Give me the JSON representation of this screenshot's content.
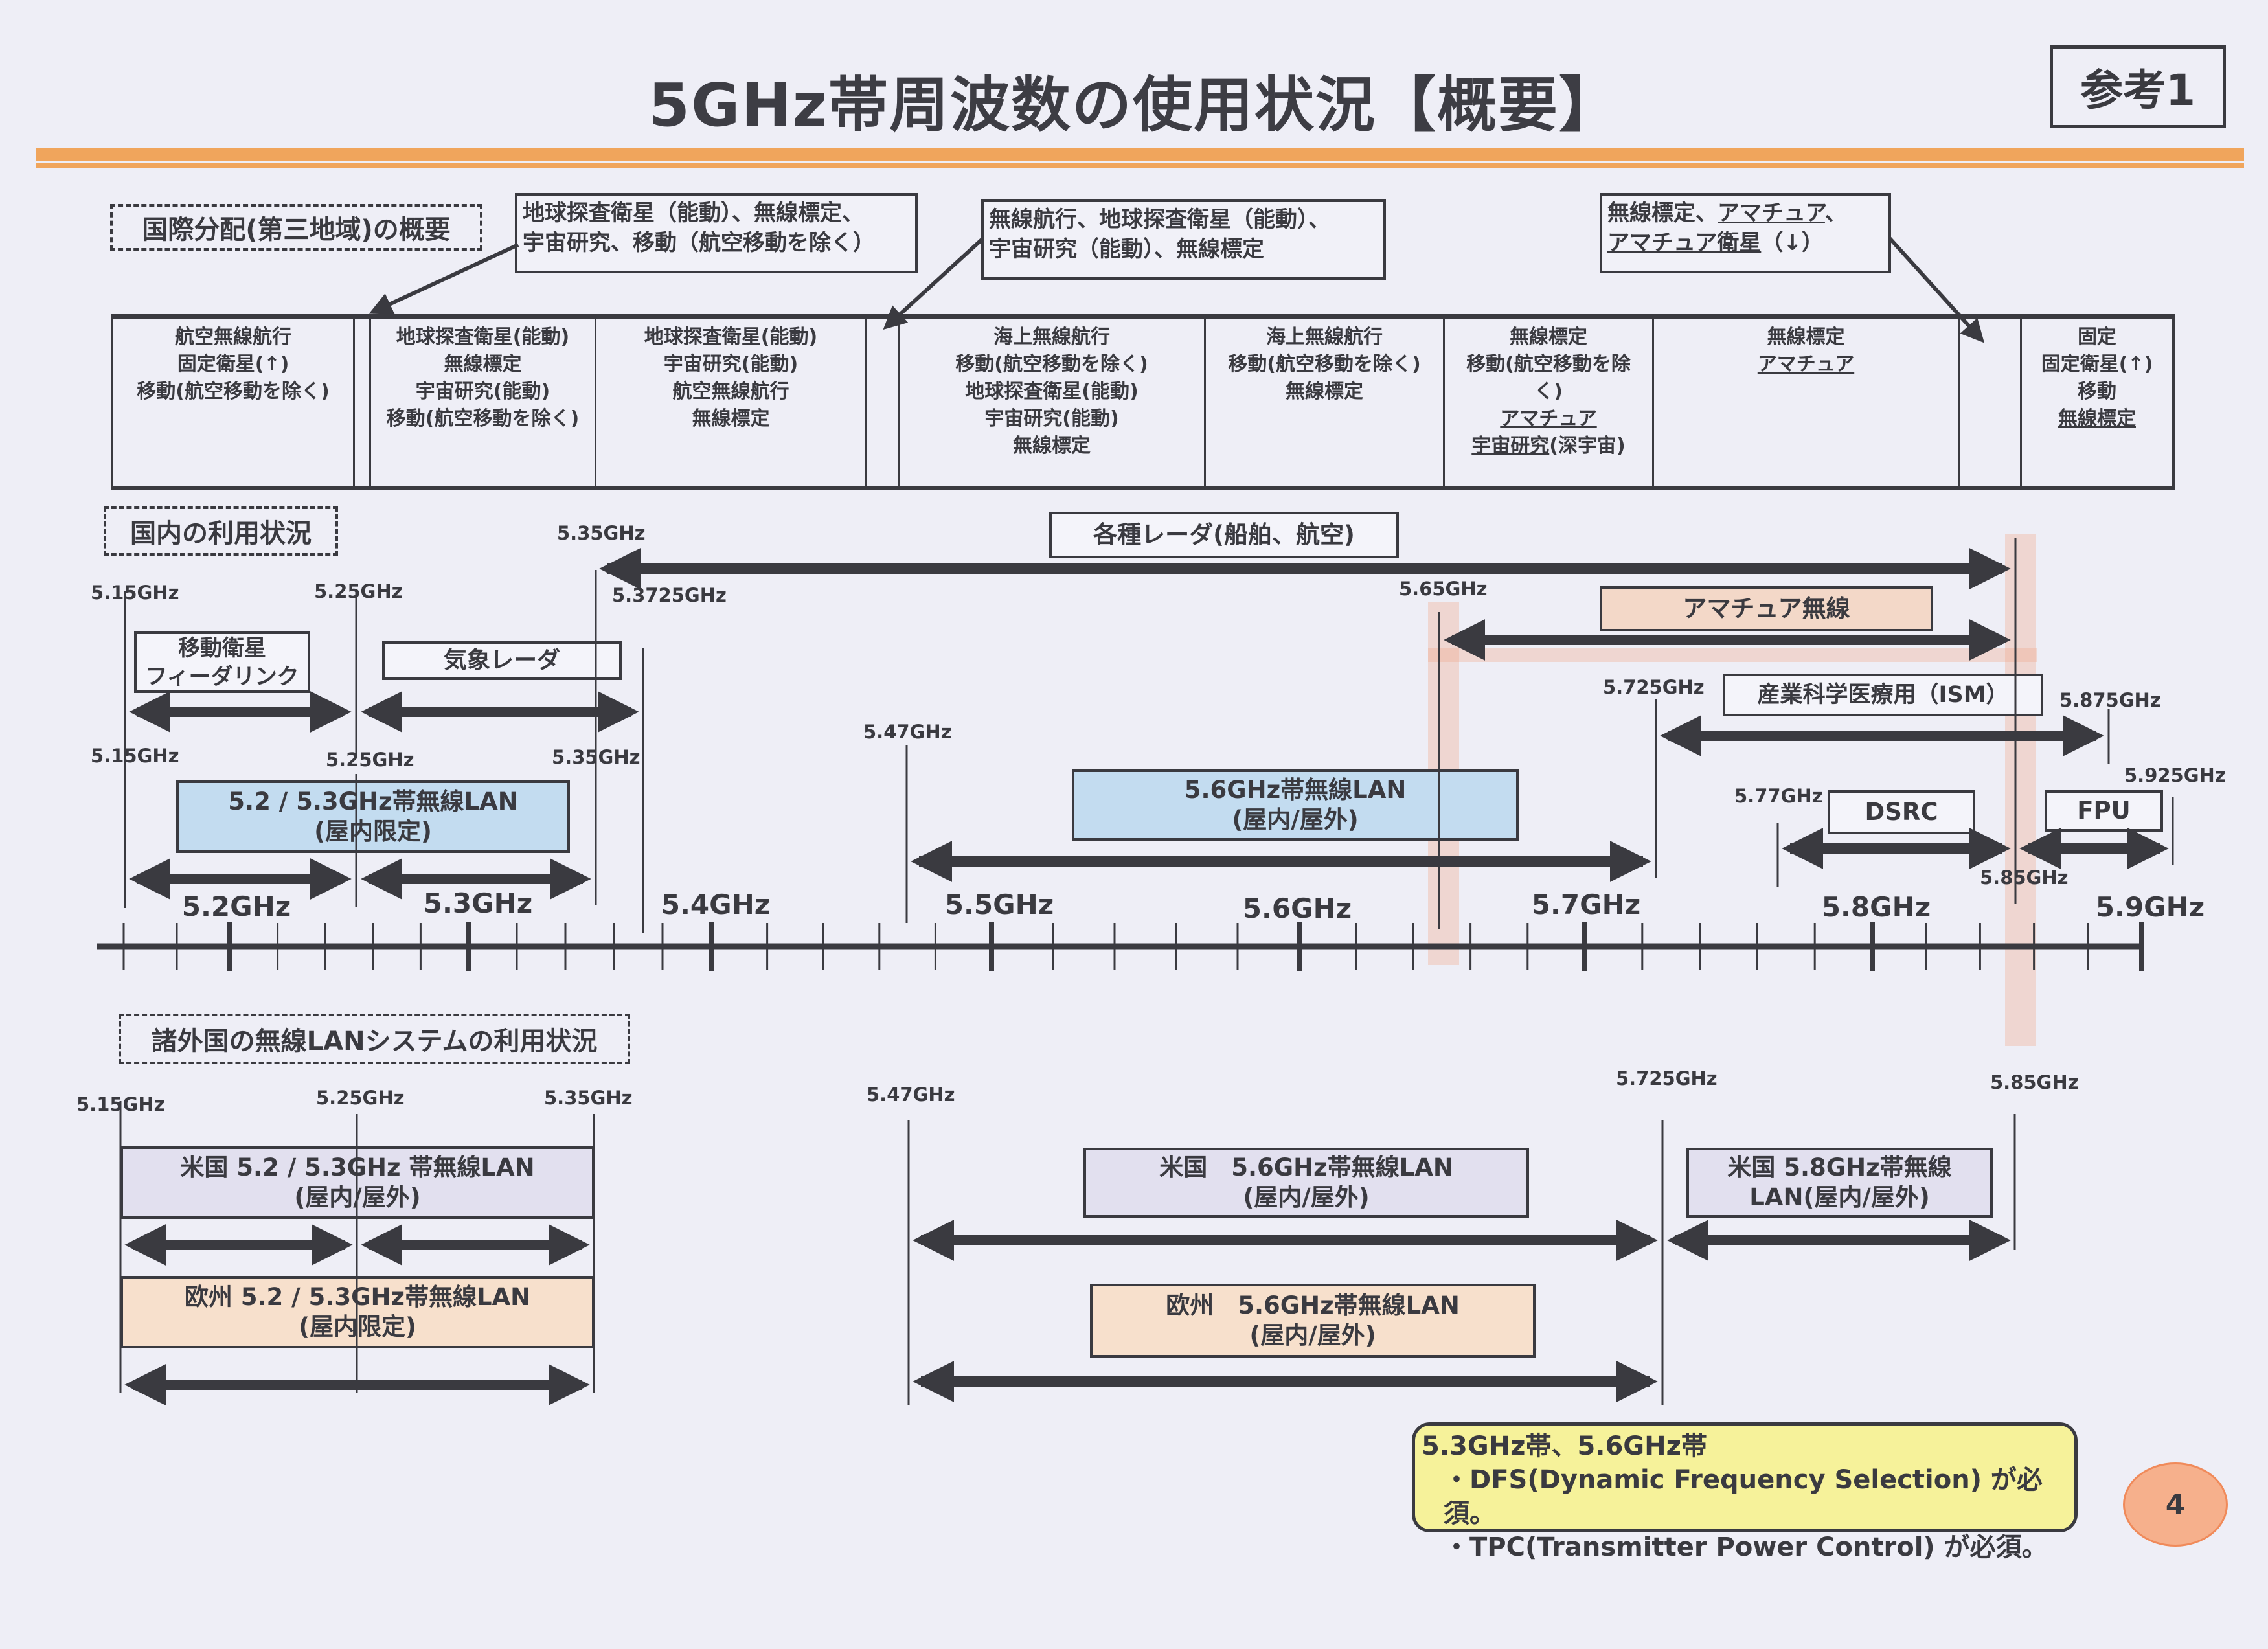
{
  "header": {
    "title": "5GHz帯周波数の使用状況【概要】",
    "reference_badge": "参考1"
  },
  "international": {
    "section_label": "国際分配(第三地域)の概要",
    "callouts": [
      {
        "lines": [
          "地球探査衛星（能動）、無線標定、",
          "宇宙研究、移動（航空移動を除く）"
        ]
      },
      {
        "lines": [
          "無線航行、地球探査衛星（能動）、",
          "宇宙研究（能動）、無線標定"
        ]
      },
      {
        "lines": [
          {
            "text": "無線標定、",
            "u": false
          },
          {
            "text": "アマチュア",
            "u": true
          },
          {
            "text": "、",
            "u": false
          }
        ],
        "line2": [
          {
            "text": "アマチュア衛星",
            "u": true
          },
          {
            "text": "（↓）",
            "u": false
          }
        ]
      }
    ],
    "columns": [
      {
        "lines": [
          "航空無線航行",
          "固定衛星(↑)",
          "移動(航空移動を除く)"
        ]
      },
      {
        "lines": []
      },
      {
        "lines": [
          "地球探査衛星(能動)",
          "無線標定",
          "宇宙研究(能動)",
          "移動(航空移動を除く)"
        ]
      },
      {
        "lines": [
          "地球探査衛星(能動)",
          "宇宙研究(能動)",
          "航空無線航行",
          "無線標定"
        ]
      },
      {
        "lines": []
      },
      {
        "lines": [
          "海上無線航行",
          "移動(航空移動を除く)",
          "地球探査衛星(能動)",
          "宇宙研究(能動)",
          "無線標定"
        ]
      },
      {
        "lines": [
          "海上無線航行",
          "移動(航空移動を除く)",
          "無線標定"
        ]
      },
      {
        "lines": [
          "無線標定",
          "移動(航空移動を除",
          "く)"
        ],
        "underlined": [
          "アマチュア"
        ],
        "extra": "宇宙研究",
        "extra_suffix": "(深宇宙)"
      },
      {
        "lines": [
          "無線標定"
        ],
        "underlined": [
          "アマチュア"
        ]
      },
      {
        "lines": []
      },
      {
        "lines": [
          "固定",
          "固定衛星(↑)",
          "移動"
        ],
        "underlined": [
          "無線標定"
        ]
      }
    ]
  },
  "domestic": {
    "section_label": "国内の利用状況",
    "radar_label": "各種レーダ(船舶、航空)",
    "amateur_label": "アマチュア無線",
    "ism_label": "産業科学医療用（ISM）",
    "mss_label": [
      "移動衛星",
      "フィーダリンク"
    ],
    "weather_label": "気象レーダ",
    "wlan52_label": [
      "5.2 / 5.3GHz帯無線LAN",
      "(屋内限定)"
    ],
    "wlan56_label": [
      "5.6GHz帯無線LAN",
      "(屋内/屋外)"
    ],
    "dsrc_label": "DSRC",
    "fpu_label": "FPU",
    "freq_labels": {
      "f535_top": "5.35GHz",
      "f515_a": "5.15GHz",
      "f525_a": "5.25GHz",
      "f53725": "5.3725GHz",
      "f565": "5.65GHz",
      "f5725": "5.725GHz",
      "f5875": "5.875GHz",
      "f547": "5.47GHz",
      "f515_b": "5.15GHz",
      "f525_b": "5.25GHz",
      "f535_b": "5.35GHz",
      "f5925": "5.925GHz",
      "f577": "5.77GHz",
      "f585": "5.85GHz"
    },
    "bands": [
      {
        "name": "各種レーダ(船舶、航空)",
        "start_ghz": 5.35,
        "end_ghz": 5.85
      },
      {
        "name": "アマチュア無線",
        "start_ghz": 5.65,
        "end_ghz": 5.85
      },
      {
        "name": "産業科学医療用（ISM）",
        "start_ghz": 5.725,
        "end_ghz": 5.875
      },
      {
        "name": "移動衛星フィーダリンク",
        "start_ghz": 5.15,
        "end_ghz": 5.25
      },
      {
        "name": "気象レーダ",
        "start_ghz": 5.25,
        "end_ghz": 5.3725
      },
      {
        "name": "5.2GHz帯無線LAN",
        "start_ghz": 5.15,
        "end_ghz": 5.25
      },
      {
        "name": "5.3GHz帯無線LAN",
        "start_ghz": 5.25,
        "end_ghz": 5.35
      },
      {
        "name": "5.6GHz帯無線LAN",
        "start_ghz": 5.47,
        "end_ghz": 5.725
      },
      {
        "name": "DSRC",
        "start_ghz": 5.77,
        "end_ghz": 5.85
      },
      {
        "name": "FPU",
        "start_ghz": 5.85,
        "end_ghz": 5.925
      }
    ]
  },
  "axis": {
    "labels": [
      "5.2GHz",
      "5.3GHz",
      "5.4GHz",
      "5.5GHz",
      "5.6GHz",
      "5.7GHz",
      "5.8GHz",
      "5.9GHz"
    ],
    "range_ghz": [
      5.15,
      5.9
    ],
    "minor_step_ghz": 0.02
  },
  "foreign": {
    "section_label": "諸外国の無線LANシステムの利用状況",
    "freq_labels": {
      "f515": "5.15GHz",
      "f525": "5.25GHz",
      "f535": "5.35GHz",
      "f547": "5.47GHz",
      "f5725": "5.725GHz",
      "f585": "5.85GHz"
    },
    "us_52": [
      "米国 5.2 / 5.3GHz 帯無線LAN",
      "(屋内/屋外)"
    ],
    "eu_52": [
      "欧州 5.2 / 5.3GHz帯無線LAN",
      "(屋内限定)"
    ],
    "us_56": [
      "米国　5.6GHz帯無線LAN",
      "(屋内/屋外)"
    ],
    "eu_56": [
      "欧州　5.6GHz帯無線LAN",
      "(屋内/屋外)"
    ],
    "us_58": [
      "米国 5.8GHz帯無線",
      "LAN(屋内/屋外)"
    ]
  },
  "note": {
    "heading": "5.3GHz帯、5.6GHz帯",
    "items": [
      "・DFS(Dynamic Frequency Selection) が必須。",
      "・TPC(Transmitter Power Control) が必須。"
    ]
  },
  "page_number": "4",
  "colors": {
    "accent_rule": "#f0a55c",
    "domestic_wlan": "#c3dcf0",
    "us_wlan": "#e2e0ef",
    "eu_wlan": "#f7e0cc",
    "note_bg": "#f6f29a",
    "page_badge": "#f6b08c"
  }
}
